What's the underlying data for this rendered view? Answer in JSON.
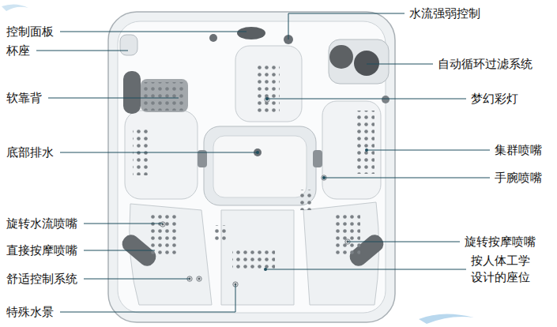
{
  "diagram": {
    "labels": [
      "控制面板",
      "杯座",
      "软靠背",
      "底部排水",
      "旋转水流喷嘴",
      "直接按摩喷嘴",
      "舒适控制系统",
      "特殊水景",
      "水流强弱控制",
      "自动循环过滤系统",
      "梦幻彩灯",
      "集群喷嘴",
      "手腕喷嘴",
      "旋转按摩喷嘴",
      "按人体工学 设计的座位"
    ]
  }
}
